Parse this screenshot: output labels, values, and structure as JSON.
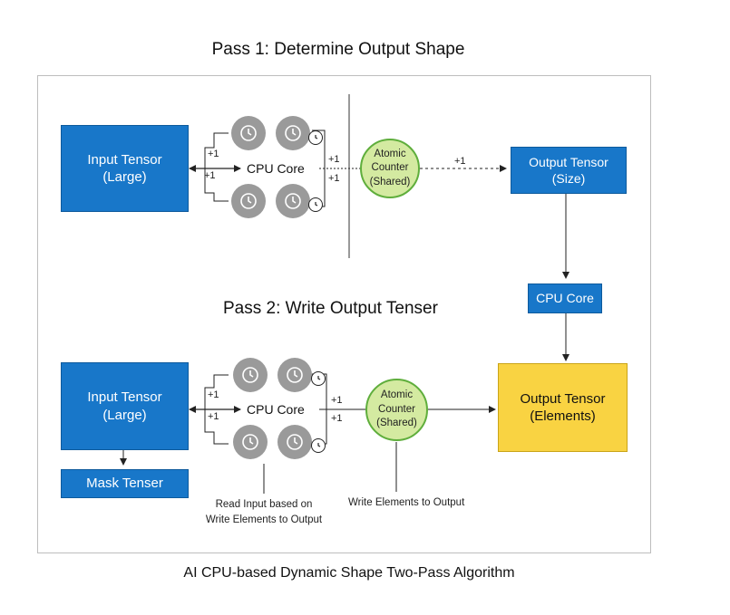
{
  "pass1": {
    "title": "Pass 1: Determine Output Shape",
    "input": [
      "Input Tensor",
      "(Large)"
    ],
    "core_label": "CPU Core",
    "counter": [
      "Atomic",
      "Counter",
      "(Shared)"
    ],
    "output": [
      "Output Tensor",
      "(Size)"
    ],
    "increments": {
      "left_top": "+1",
      "left_bottom": "+1",
      "right_top": "+1",
      "right_bottom": "+1",
      "to_output": "+1"
    }
  },
  "bridge": {
    "label": "CPU Core"
  },
  "pass2": {
    "title": "Pass 2: Write Output Tenser",
    "input": [
      "Input Tensor",
      "(Large)"
    ],
    "mask": "Mask Tenser",
    "core_label": "CPU Core",
    "counter": [
      "Atomic",
      "Counter",
      "(Shared)"
    ],
    "output": [
      "Output Tensor",
      "(Elements)"
    ],
    "increments": {
      "left_top": "+1",
      "left_bottom": "+1",
      "right_top": "+1",
      "right_bottom": "+1"
    },
    "note_read": [
      "Read Input based on",
      "Write Elements to Output"
    ],
    "note_write": "Write Elements to Output"
  },
  "caption": "AI CPU-based Dynamic Shape Two-Pass Algorithm",
  "colors": {
    "blue": "#1877c9",
    "yellow": "#f9d342",
    "green_fill": "#d4eaa1",
    "green_stroke": "#5fae3c",
    "core_gray": "#9a9a9a"
  },
  "icons": {
    "core": "clock-icon",
    "badge": "clock-icon"
  }
}
